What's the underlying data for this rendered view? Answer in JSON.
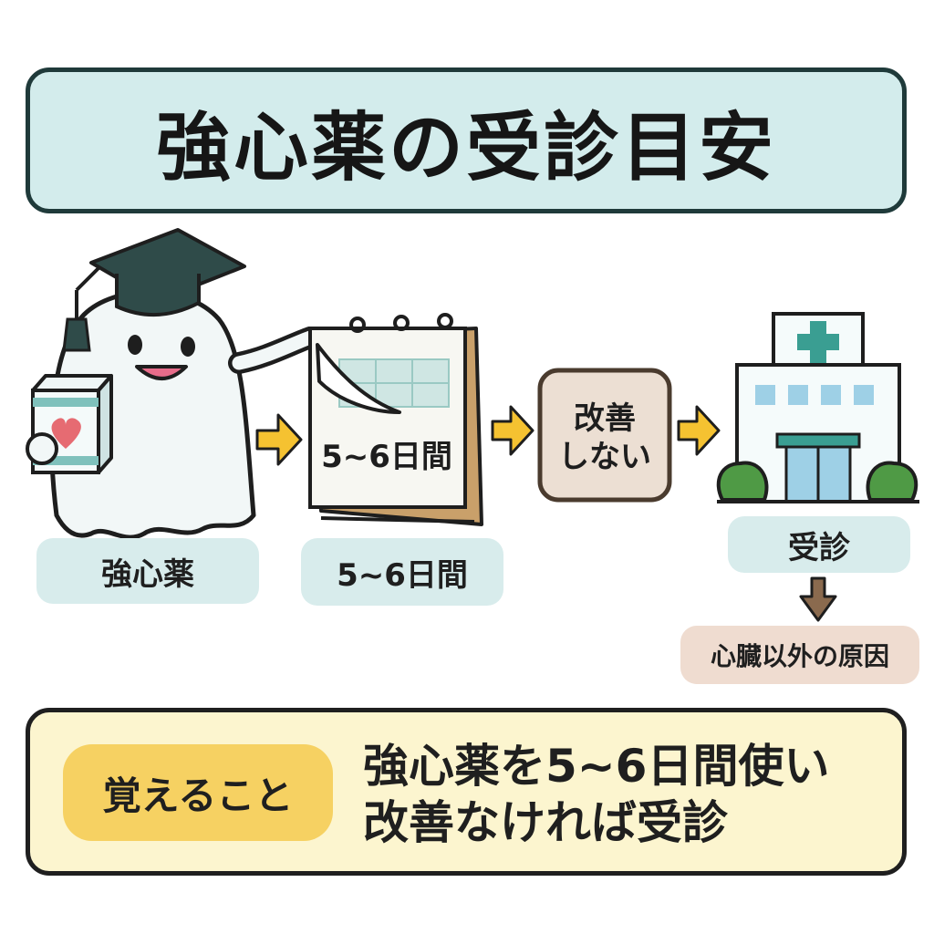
{
  "title": "強心薬の受診目安",
  "steps": {
    "medicine_label": "強心薬",
    "calendar_sign": "5~6日間",
    "period_label": "5~6日間",
    "no_improvement": [
      "改善",
      "しない"
    ],
    "visit_label": "受診",
    "other_cause_label": "心臓以外の原因"
  },
  "memo": {
    "badge": "覚えること",
    "lines": [
      "強心薬を5~6日間使い",
      "改善なければ受診"
    ]
  },
  "colors": {
    "title_bg": "#d3ecec",
    "arrow": "#f5c231",
    "memo_bg": "#fcf5cf",
    "badge_bg": "#f6d162",
    "hospital_cross": "#3a9e92"
  }
}
